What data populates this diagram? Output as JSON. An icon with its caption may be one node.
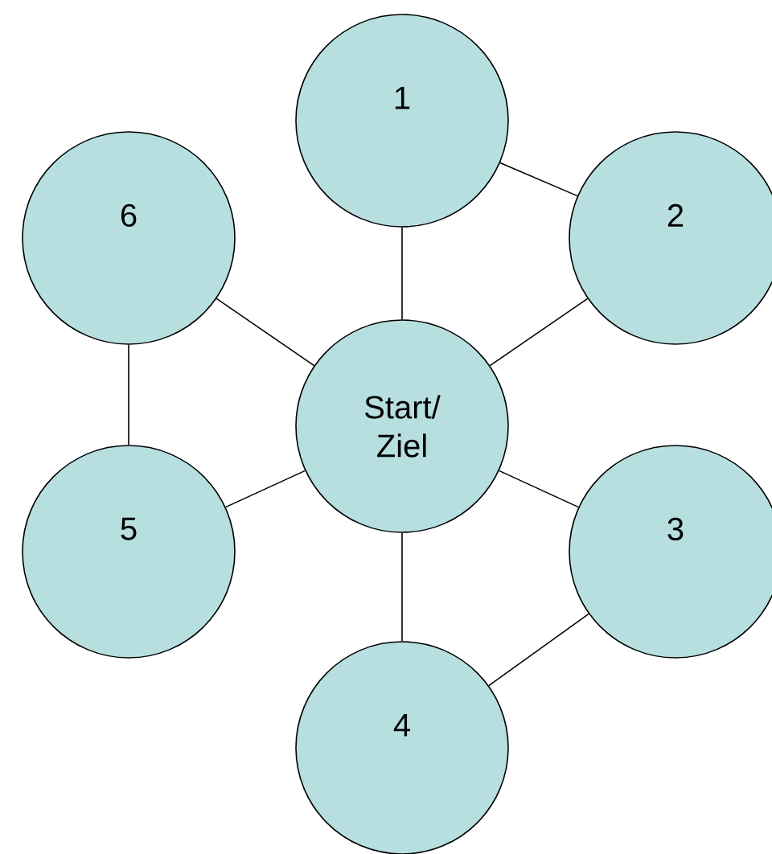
{
  "diagram": {
    "nodes": [
      {
        "text": [
          "1"
        ]
      },
      {
        "text": [
          "2"
        ]
      },
      {
        "text": [
          "3"
        ]
      },
      {
        "text": [
          "4"
        ]
      },
      {
        "text": [
          "5"
        ]
      },
      {
        "text": [
          "6"
        ]
      },
      {
        "text": [
          "Start/ Ziel"
        ]
      }
    ],
    "edges": [
      {
        "from": 6,
        "to": 0,
        "arrow": "none"
      },
      {
        "from": 6,
        "to": 1,
        "arrow": "none"
      },
      {
        "from": 6,
        "to": 2,
        "arrow": "none"
      },
      {
        "from": 6,
        "to": 3,
        "arrow": "none"
      },
      {
        "from": 6,
        "to": 4,
        "arrow": "none"
      },
      {
        "from": 6,
        "to": 5,
        "arrow": "none"
      },
      {
        "from": 0,
        "to": 1,
        "arrow": "none"
      },
      {
        "from": 2,
        "to": 3,
        "arrow": "none"
      },
      {
        "from": 4,
        "to": 5,
        "arrow": "none"
      }
    ]
  }
}
